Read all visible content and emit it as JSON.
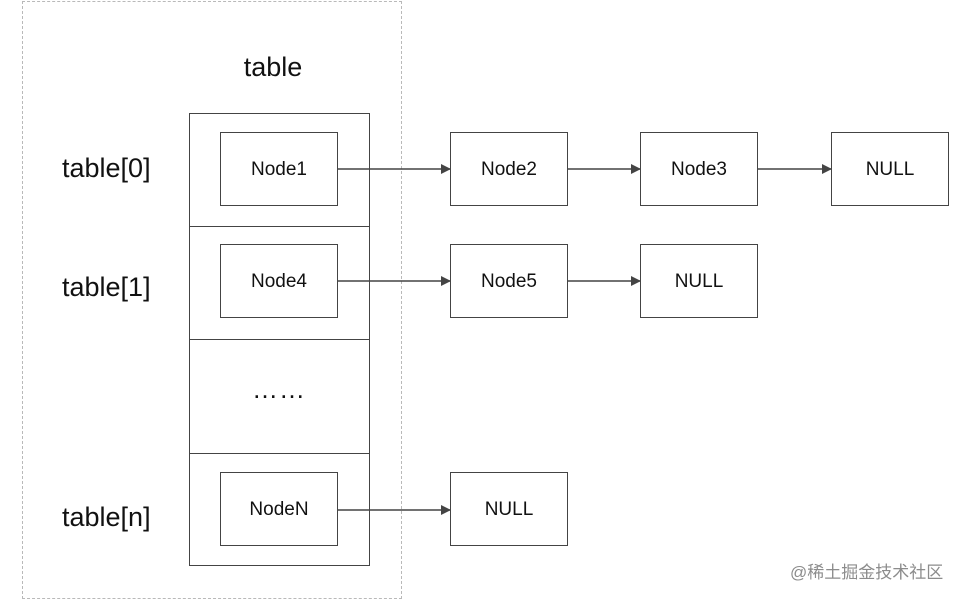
{
  "title": "table",
  "rows": [
    {
      "label": "table[0]"
    },
    {
      "label": "table[1]"
    },
    {
      "label": "table[n]"
    }
  ],
  "ellipsis": "……",
  "nodes": {
    "node1": "Node1",
    "node2": "Node2",
    "node3": "Node3",
    "null0": "NULL",
    "node4": "Node4",
    "node5": "Node5",
    "null1": "NULL",
    "nodeN": "NodeN",
    "nullN": "NULL"
  },
  "watermark": "@稀土掘金技术社区",
  "colors": {
    "line": "#444444",
    "frame_border": "#b9b9b9",
    "watermark": "#8c8c8c"
  }
}
